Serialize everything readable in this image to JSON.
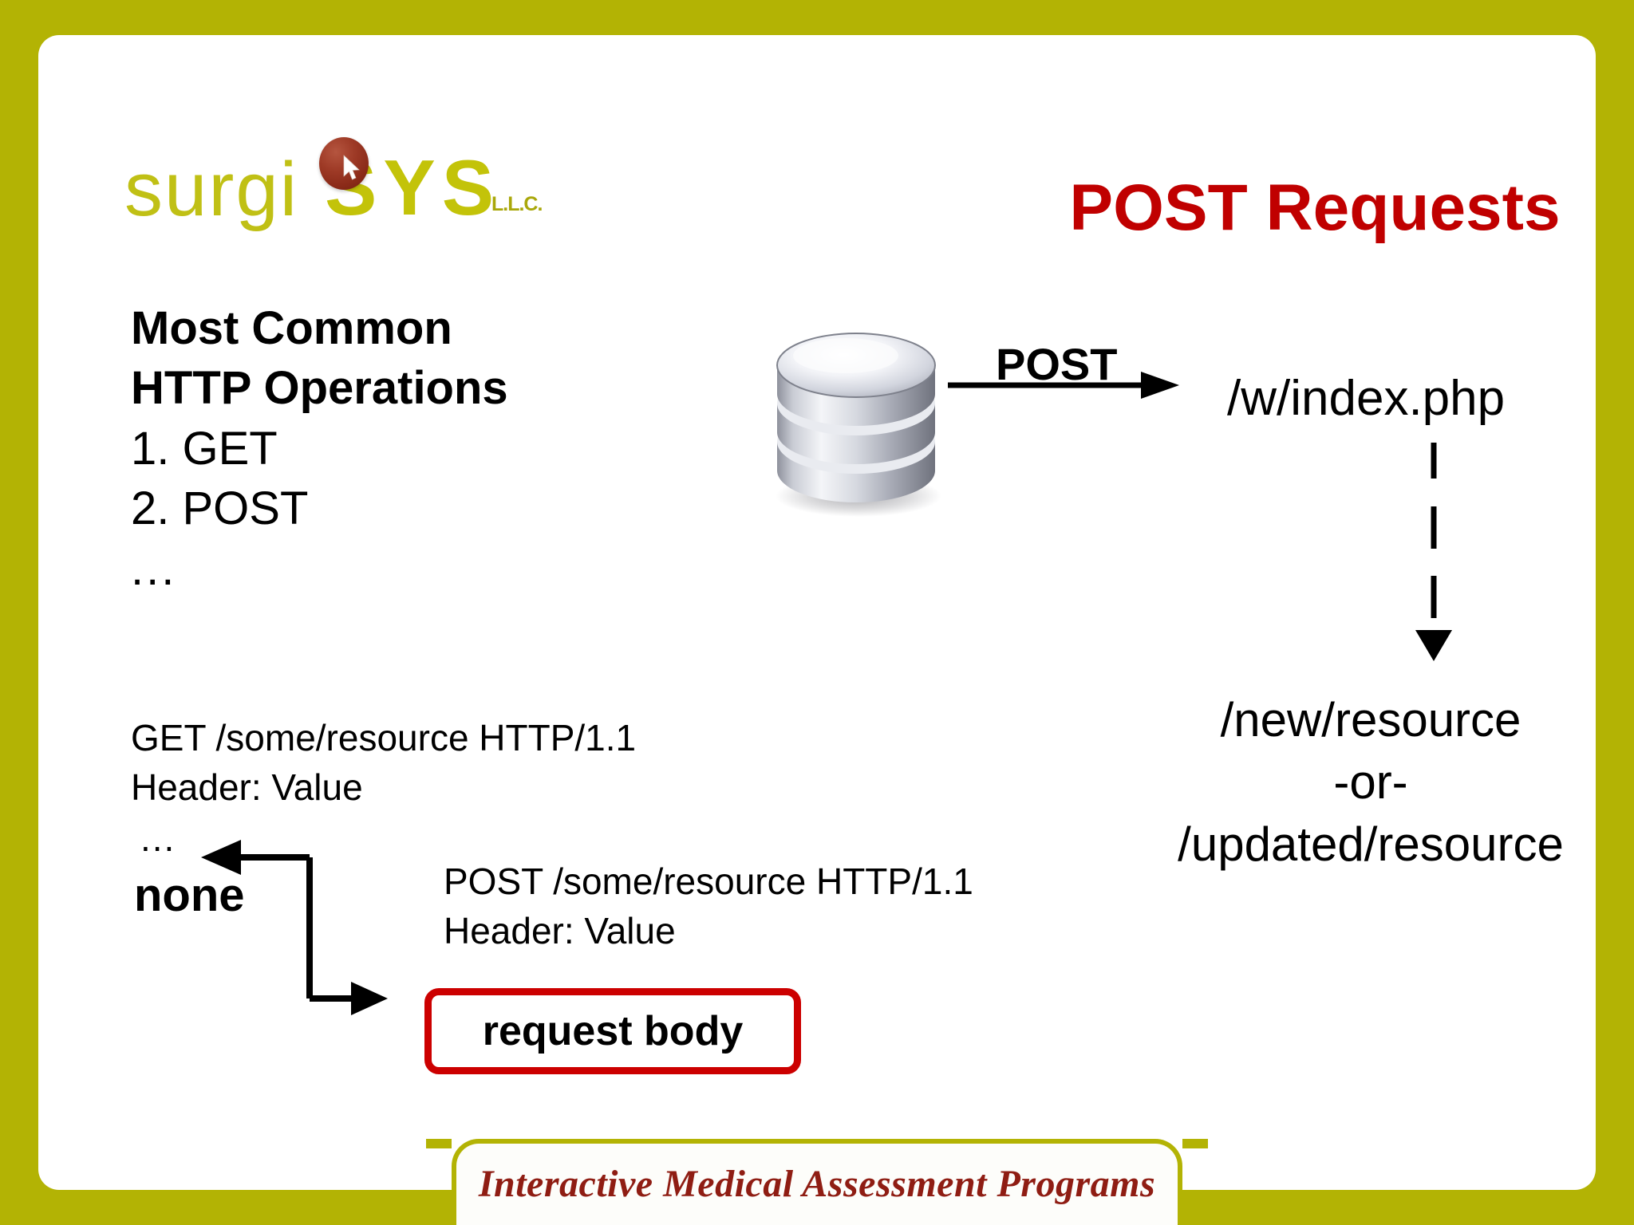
{
  "slide": {
    "frame_color": "#b3b304",
    "background_color": "#ffffff",
    "accent_red": "#c00000",
    "logo_olive": "#c0c015",
    "footer_red": "#8f1d13"
  },
  "logo": {
    "word_light": "surgi",
    "word_bold": "SYS",
    "suffix": "L.L.C.",
    "ball_icon": "cursor-ball-icon",
    "ball_color": "#9e3a26"
  },
  "title": "POST Requests",
  "left_column": {
    "heading_line1": "Most Common",
    "heading_line2": "HTTP Operations",
    "list": [
      "1. GET",
      "2. POST"
    ],
    "ellipsis": "...",
    "get_example": {
      "line1": "GET /some/resource HTTP/1.1",
      "line2": "Header: Value",
      "ellipsis": "..."
    },
    "none_label": "none"
  },
  "post_example": {
    "line1": "POST /some/resource HTTP/1.1",
    "line2": "Header: Value",
    "request_body_label": "request body",
    "box_border_color": "#cc0000"
  },
  "flow": {
    "db_icon": "database-cylinder-icon",
    "post_label": "POST",
    "target_url": "/w/index.php",
    "result_line1": "/new/resource",
    "result_line2": "-or-",
    "result_line3": "/updated/resource"
  },
  "footer": {
    "text": "Interactive Medical Assessment Programs"
  }
}
